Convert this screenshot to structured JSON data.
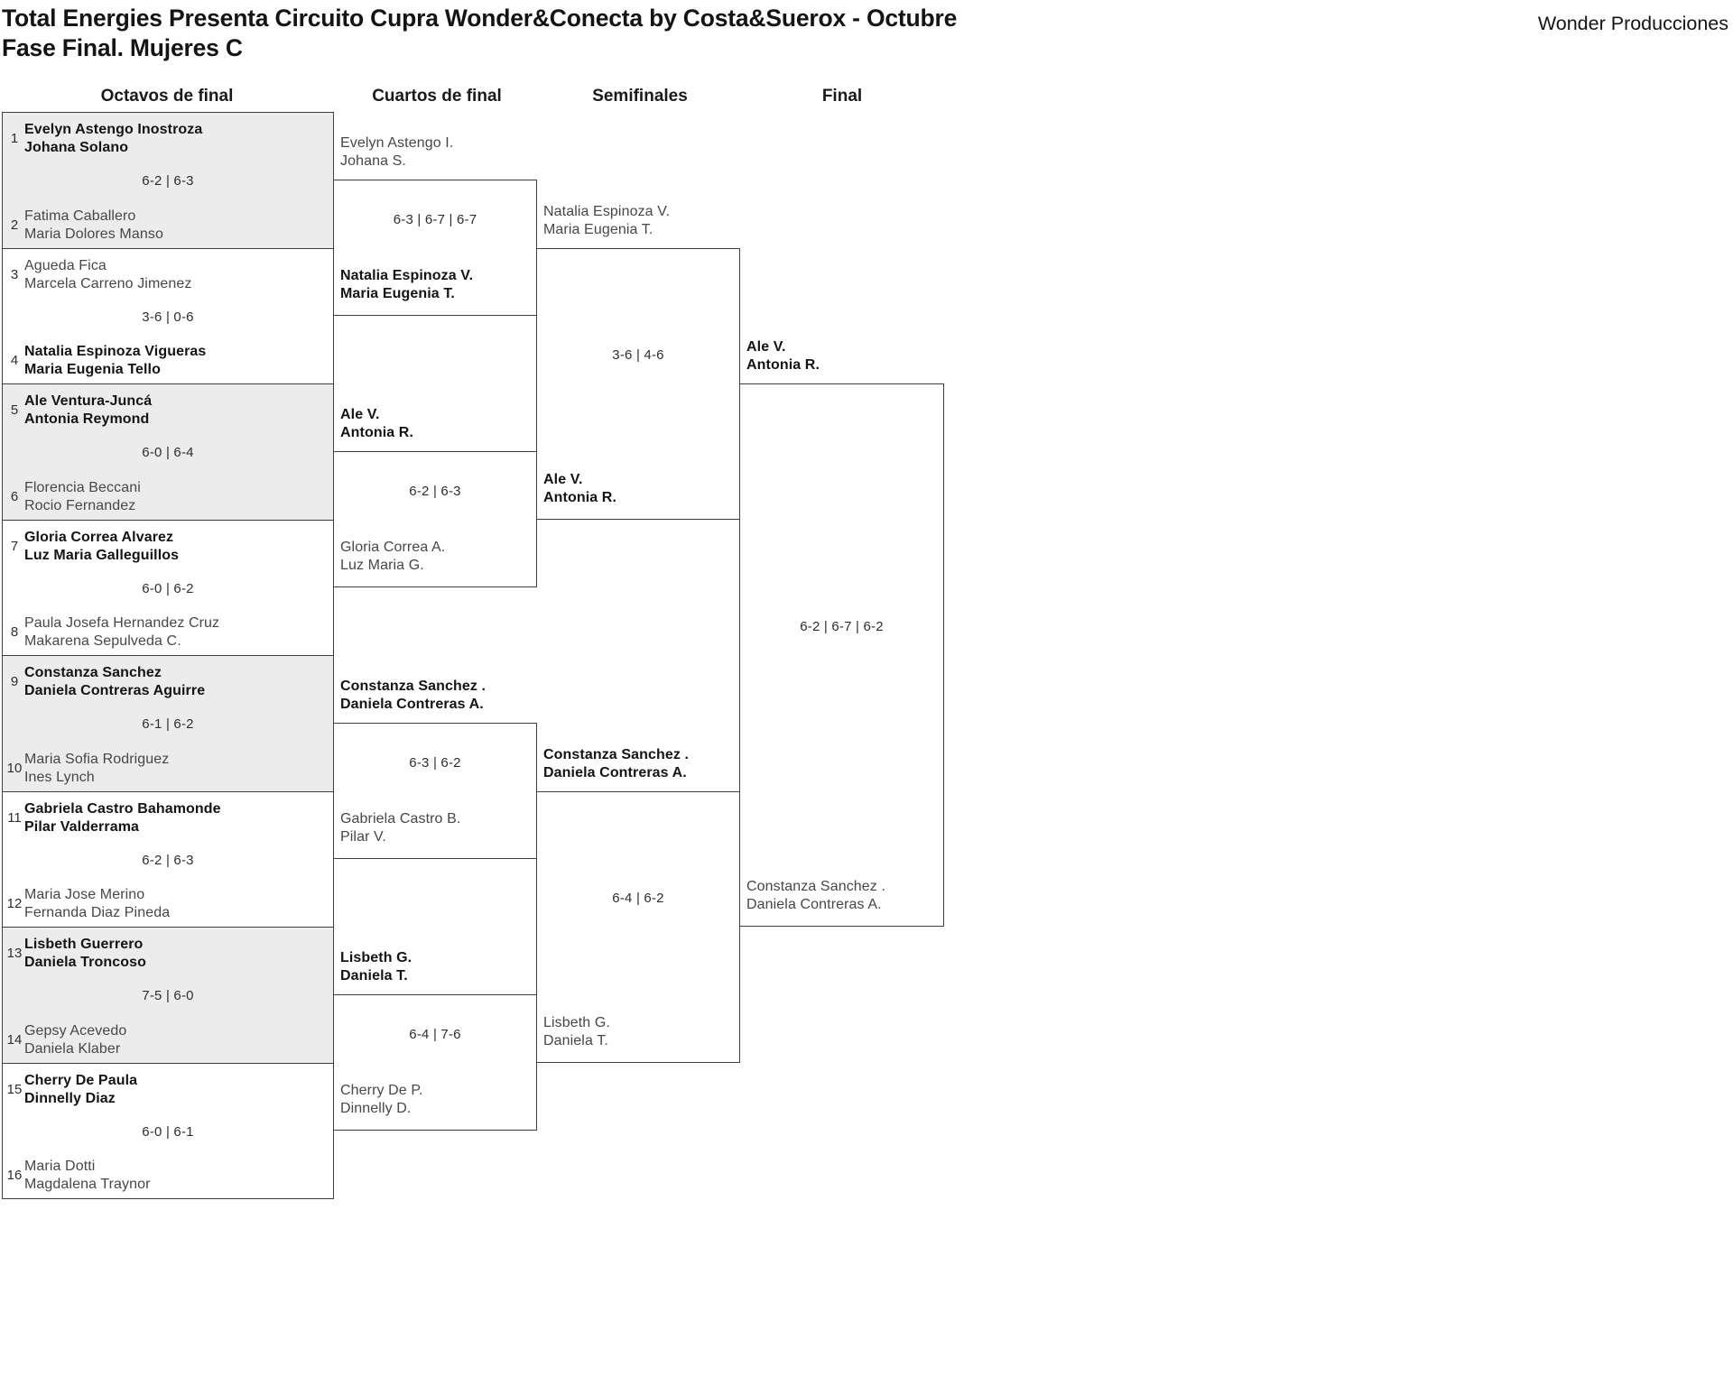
{
  "header": {
    "title_line1": "Total Energies Presenta Circuito Cupra Wonder&Conecta by Costa&Suerox - Octubre",
    "title_line2": "Fase Final. Mujeres C",
    "organizer": "Wonder Producciones"
  },
  "columns": [
    "Octavos de final",
    "Cuartos de final",
    "Semifinales",
    "Final"
  ],
  "colors": {
    "border": "#3f3f3f",
    "alt_row_bg": "#ececec",
    "winner_text": "#141414",
    "loser_text": "#474747"
  },
  "bracket": {
    "octavos": [
      {
        "seed1": "1",
        "team1": [
          "Evelyn Astengo Inostroza",
          "Johana Solano"
        ],
        "score": "6-2 | 6-3",
        "seed2": "2",
        "team2": [
          "Fatima Caballero",
          "Maria Dolores Manso"
        ],
        "winner": "team1"
      },
      {
        "seed1": "3",
        "team1": [
          "Agueda Fica",
          "Marcela Carreno Jimenez"
        ],
        "score": "3-6 | 0-6",
        "seed2": "4",
        "team2": [
          "Natalia Espinoza Vigueras",
          "Maria Eugenia Tello"
        ],
        "winner": "team2"
      },
      {
        "seed1": "5",
        "team1": [
          "Ale Ventura-Juncá",
          "Antonia Reymond"
        ],
        "score": "6-0 | 6-4",
        "seed2": "6",
        "team2": [
          "Florencia Beccani",
          "Rocio Fernandez"
        ],
        "winner": "team1"
      },
      {
        "seed1": "7",
        "team1": [
          "Gloria Correa Alvarez",
          "Luz Maria Galleguillos"
        ],
        "score": "6-0 | 6-2",
        "seed2": "8",
        "team2": [
          "Paula Josefa Hernandez Cruz",
          "Makarena Sepulveda C."
        ],
        "winner": "team1"
      },
      {
        "seed1": "9",
        "team1": [
          "Constanza Sanchez",
          "Daniela Contreras Aguirre"
        ],
        "score": "6-1 | 6-2",
        "seed2": "10",
        "team2": [
          "Maria Sofia Rodriguez",
          "Ines Lynch"
        ],
        "winner": "team1"
      },
      {
        "seed1": "11",
        "team1": [
          "Gabriela Castro Bahamonde",
          "Pilar Valderrama"
        ],
        "score": "6-2 | 6-3",
        "seed2": "12",
        "team2": [
          "Maria Jose Merino",
          "Fernanda Diaz Pineda"
        ],
        "winner": "team1"
      },
      {
        "seed1": "13",
        "team1": [
          "Lisbeth Guerrero",
          "Daniela Troncoso"
        ],
        "score": "7-5 | 6-0",
        "seed2": "14",
        "team2": [
          "Gepsy Acevedo",
          "Daniela Klaber"
        ],
        "winner": "team1"
      },
      {
        "seed1": "15",
        "team1": [
          "Cherry De Paula",
          "Dinnelly Diaz"
        ],
        "score": "6-0 | 6-1",
        "seed2": "16",
        "team2": [
          "Maria Dotti",
          "Magdalena Traynor"
        ],
        "winner": "team1"
      }
    ],
    "cuartos": [
      {
        "team1": [
          "Evelyn Astengo I.",
          "Johana S."
        ],
        "score": "6-3 | 6-7 | 6-7",
        "team2": [
          "Natalia Espinoza V.",
          "Maria Eugenia T."
        ],
        "winner": "team2"
      },
      {
        "team1": [
          "Ale V.",
          "Antonia R."
        ],
        "score": "6-2 | 6-3",
        "team2": [
          "Gloria Correa A.",
          "Luz Maria G."
        ],
        "winner": "team1"
      },
      {
        "team1": [
          "Constanza Sanchez .",
          "Daniela Contreras A."
        ],
        "score": "6-3 | 6-2",
        "team2": [
          "Gabriela Castro B.",
          "Pilar V."
        ],
        "winner": "team1"
      },
      {
        "team1": [
          "Lisbeth G.",
          "Daniela T."
        ],
        "score": "6-4 | 7-6",
        "team2": [
          "Cherry De P.",
          "Dinnelly D."
        ],
        "winner": "team1"
      }
    ],
    "semifinales": [
      {
        "team1": [
          "Natalia Espinoza V.",
          "Maria Eugenia T."
        ],
        "score": "3-6 | 4-6",
        "team2": [
          "Ale V.",
          "Antonia R."
        ],
        "winner": "team2"
      },
      {
        "team1": [
          "Constanza Sanchez .",
          "Daniela Contreras A."
        ],
        "score": "6-4 | 6-2",
        "team2": [
          "Lisbeth G.",
          "Daniela T."
        ],
        "winner": "team1"
      }
    ],
    "final": [
      {
        "team1": [
          "Ale V.",
          "Antonia R."
        ],
        "score": "6-2 | 6-7 | 6-2",
        "team2": [
          "Constanza Sanchez .",
          "Daniela Contreras A."
        ],
        "winner": "team1"
      }
    ]
  }
}
